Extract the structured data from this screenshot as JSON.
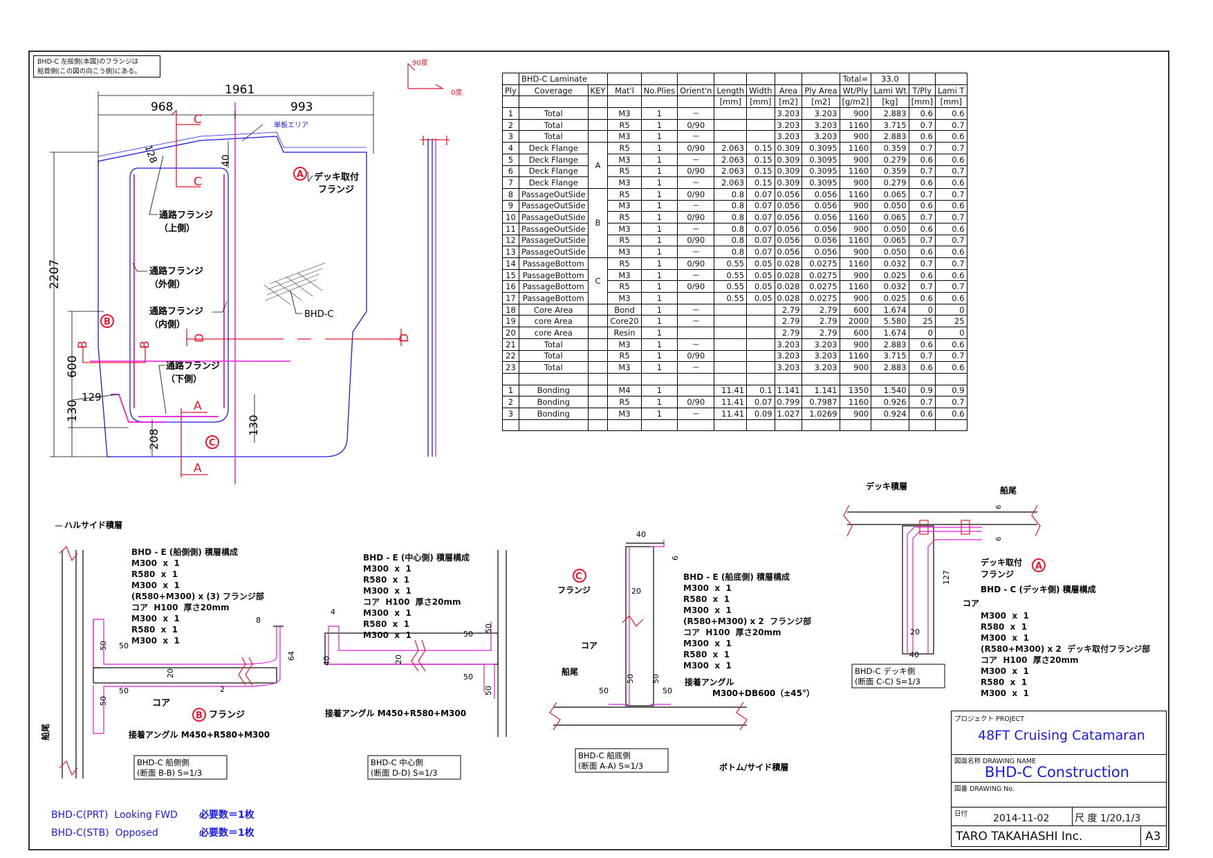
{
  "note": {
    "line1": "BHD-C 左舷側(本図)のフランジは",
    "line2": "船首側(この図の向こう側)にある。"
  },
  "angle_labels": {
    "deg90": "90度",
    "deg0": "0度"
  },
  "dims": {
    "overall_w": "1961",
    "left_w": "968",
    "right_w": "993",
    "height": "2207",
    "d128": "128",
    "d40": "40",
    "d600": "600",
    "d129": "129",
    "d130a": "130",
    "d208": "208",
    "d130b": "130"
  },
  "front_view": {
    "single_ply_area": "単板エリア",
    "deck_flange_1": "デッキ取付",
    "deck_flange_2": "フランジ",
    "passage_upper_1": "通路フランジ",
    "passage_upper_2": "（上側）",
    "passage_outer_1": "通路フランジ",
    "passage_outer_2": "（外側）",
    "passage_inner_1": "通路フランジ",
    "passage_inner_2": "（内側）",
    "passage_lower_1": "通路フランジ",
    "passage_lower_2": "（下側）",
    "bhd_label": "BHD-C",
    "marker_a": "A",
    "marker_b": "B",
    "marker_c": "C",
    "sec_a": "A",
    "sec_b": "B",
    "sec_c": "C",
    "sec_d": "D"
  },
  "table": {
    "title": "BHD-C Laminate",
    "total_label": "Total=",
    "total_value": "33.0",
    "headers": [
      "Ply",
      "Coverage",
      "KEY",
      "Mat'l",
      "No.Plies",
      "Orient'n",
      "Length",
      "Width",
      "Area",
      "Ply Area",
      "Wt/Ply",
      "Lami Wt",
      "T/Ply",
      "Lami T"
    ],
    "units": [
      "",
      "",
      "",
      "",
      "",
      "",
      "[mm]",
      "[mm]",
      "[m2]",
      "[m2]",
      "[g/m2]",
      "[kg]",
      "[mm]",
      "[mm]"
    ],
    "keys": {
      "a": "A",
      "b": "B",
      "c": "C"
    },
    "rows": [
      [
        "1",
        "Total",
        "",
        "M3",
        "1",
        "－",
        "",
        "",
        "3.203",
        "3.203",
        "900",
        "2.883",
        "0.6",
        "0.6"
      ],
      [
        "2",
        "Total",
        "",
        "R5",
        "1",
        "0/90",
        "",
        "",
        "3.203",
        "3.203",
        "1160",
        "3.715",
        "0.7",
        "0.7"
      ],
      [
        "3",
        "Total",
        "",
        "M3",
        "1",
        "－",
        "",
        "",
        "3.203",
        "3.203",
        "900",
        "2.883",
        "0.6",
        "0.6"
      ],
      [
        "4",
        "Deck Flange",
        "",
        "R5",
        "1",
        "0/90",
        "2.063",
        "0.15",
        "0.309",
        "0.3095",
        "1160",
        "0.359",
        "0.7",
        "0.7"
      ],
      [
        "5",
        "Deck Flange",
        "",
        "M3",
        "1",
        "－",
        "2.063",
        "0.15",
        "0.309",
        "0.3095",
        "900",
        "0.279",
        "0.6",
        "0.6"
      ],
      [
        "6",
        "Deck Flange",
        "",
        "R5",
        "1",
        "0/90",
        "2.063",
        "0.15",
        "0.309",
        "0.3095",
        "1160",
        "0.359",
        "0.7",
        "0.7"
      ],
      [
        "7",
        "Deck Flange",
        "",
        "M3",
        "1",
        "－",
        "2.063",
        "0.15",
        "0.309",
        "0.3095",
        "900",
        "0.279",
        "0.6",
        "0.6"
      ],
      [
        "8",
        "PassageOutSide",
        "",
        "R5",
        "1",
        "0/90",
        "0.8",
        "0.07",
        "0.056",
        "0.056",
        "1160",
        "0.065",
        "0.7",
        "0.7"
      ],
      [
        "9",
        "PassageOutSide",
        "",
        "M3",
        "1",
        "－",
        "0.8",
        "0.07",
        "0.056",
        "0.056",
        "900",
        "0.050",
        "0.6",
        "0.6"
      ],
      [
        "10",
        "PassageOutSide",
        "",
        "R5",
        "1",
        "0/90",
        "0.8",
        "0.07",
        "0.056",
        "0.056",
        "1160",
        "0.065",
        "0.7",
        "0.7"
      ],
      [
        "11",
        "PassageOutSide",
        "",
        "M3",
        "1",
        "－",
        "0.8",
        "0.07",
        "0.056",
        "0.056",
        "900",
        "0.050",
        "0.6",
        "0.6"
      ],
      [
        "12",
        "PassageOutSide",
        "",
        "R5",
        "1",
        "0/90",
        "0.8",
        "0.07",
        "0.056",
        "0.056",
        "1160",
        "0.065",
        "0.7",
        "0.7"
      ],
      [
        "13",
        "PassageOutSide",
        "",
        "M3",
        "1",
        "－",
        "0.8",
        "0.07",
        "0.056",
        "0.056",
        "900",
        "0.050",
        "0.6",
        "0.6"
      ],
      [
        "14",
        "PassageBottom",
        "",
        "R5",
        "1",
        "0/90",
        "0.55",
        "0.05",
        "0.028",
        "0.0275",
        "1160",
        "0.032",
        "0.7",
        "0.7"
      ],
      [
        "15",
        "PassageBottom",
        "",
        "M3",
        "1",
        "－",
        "0.55",
        "0.05",
        "0.028",
        "0.0275",
        "900",
        "0.025",
        "0.6",
        "0.6"
      ],
      [
        "16",
        "PassageBottom",
        "",
        "R5",
        "1",
        "0/90",
        "0.55",
        "0.05",
        "0.028",
        "0.0275",
        "1160",
        "0.032",
        "0.7",
        "0.7"
      ],
      [
        "17",
        "PassageBottom",
        "",
        "M3",
        "1",
        "",
        "0.55",
        "0.05",
        "0.028",
        "0.0275",
        "900",
        "0.025",
        "0.6",
        "0.6"
      ],
      [
        "18",
        "Core Area",
        "",
        "Bond",
        "1",
        "－",
        "",
        "",
        "2.79",
        "2.79",
        "600",
        "1.674",
        "0",
        "0"
      ],
      [
        "19",
        "core Area",
        "",
        "Core20",
        "1",
        "－",
        "",
        "",
        "2.79",
        "2.79",
        "2000",
        "5.580",
        "25",
        "25"
      ],
      [
        "20",
        "core Area",
        "",
        "Resin",
        "1",
        "",
        "",
        "",
        "2.79",
        "2.79",
        "600",
        "1.674",
        "0",
        "0"
      ],
      [
        "21",
        "Total",
        "",
        "M3",
        "1",
        "－",
        "",
        "",
        "3.203",
        "3.203",
        "900",
        "2.883",
        "0.6",
        "0.6"
      ],
      [
        "22",
        "Total",
        "",
        "R5",
        "1",
        "0/90",
        "",
        "",
        "3.203",
        "3.203",
        "1160",
        "3.715",
        "0.7",
        "0.7"
      ],
      [
        "23",
        "Total",
        "",
        "M3",
        "1",
        "－",
        "",
        "",
        "3.203",
        "3.203",
        "900",
        "2.883",
        "0.6",
        "0.6"
      ],
      [
        "",
        "",
        "",
        "",
        "",
        "",
        "",
        "",
        "",
        "",
        "",
        "",
        "",
        ""
      ],
      [
        "1",
        "Bonding",
        "",
        "M4",
        "1",
        "",
        "11.41",
        "0.1",
        "1.141",
        "1.141",
        "1350",
        "1.540",
        "0.9",
        "0.9"
      ],
      [
        "2",
        "Bonding",
        "",
        "R5",
        "1",
        "0/90",
        "11.41",
        "0.07",
        "0.799",
        "0.7987",
        "1160",
        "0.926",
        "0.7",
        "0.7"
      ],
      [
        "3",
        "Bonding",
        "",
        "M3",
        "1",
        "－",
        "11.41",
        "0.09",
        "1.027",
        "1.0269",
        "900",
        "0.924",
        "0.6",
        "0.6"
      ],
      [
        "",
        "",
        "",
        "",
        "",
        "",
        "",
        "",
        "",
        "",
        "",
        "",
        "",
        ""
      ]
    ]
  },
  "sec_bb": {
    "hull_side": "ハルサイド積層",
    "stack": "BHD - E (船側側) 積層構成\nM300  x  1\nR580  x  1\nM300  x  1\n(R580+M300) x (3) フランジ部\nコア  H100  厚さ20mm\nM300  x  1\nR580  x  1\nM300  x  1",
    "core": "コア",
    "marker": "B",
    "flange": "フランジ",
    "angle": "接着アングル  M450+R580+M300",
    "stern": "船尾",
    "d50a": "50",
    "d50b": "50",
    "d50c": "50",
    "d50d": "50",
    "d20": "20",
    "d2": "2",
    "d8": "8",
    "d64": "64",
    "title1": "BHD-C 船側側",
    "title2": "(断面  B-B)    S=1/3"
  },
  "sec_dd": {
    "stack": "BHD - E (中心側) 積層構成\nM300  x  1\nR580  x  1\nM300  x  1\nコア  H100  厚さ20mm\nM300  x  1\nR580  x  1\nM300  x  1",
    "angle": "接着アングル  M450+R580+M300",
    "d4": "4",
    "d40": "40",
    "d20": "20",
    "d50a": "50",
    "d50b": "50",
    "d50c": "50",
    "d50d": "50",
    "title1": "BHD-C 中心側",
    "title2": "(断面  D-D)    S=1/3"
  },
  "sec_aa": {
    "marker": "C",
    "flange": "フランジ",
    "stack": "BHD - E (船底側) 積層構成\nM300  x  1\nR580  x  1\nM300  x  1\n(R580+M300) x 2  フランジ部\nコア  H100  厚さ20mm\nM300  x  1\nR580  x  1\nM300  x  1",
    "core": "コア",
    "stern": "船尾",
    "angle1": "接着アングル",
    "angle2": "M300+DB600（±45°）",
    "bottom": "ボトム/サイド積層",
    "d40": "40",
    "d6": "6",
    "d20": "20",
    "d50a": "50",
    "d50b": "50",
    "d50c": "50",
    "d50d": "50",
    "title1": "BHD-C 船底側",
    "title2": "(断面  A-A)    S=1/3"
  },
  "sec_cc": {
    "deck_lam": "デッキ積層",
    "stern": "船尾",
    "flange1": "デッキ取付",
    "flange2": "フランジ",
    "marker": "A",
    "stack_title": "BHD - C (デッキ側) 積層構成",
    "stack": "M300  x  1\nR580  x  1\nM300  x  1\n(R580+M300) x 2  デッキ取付フランジ部\nコア  H100  厚さ20mm\nM300  x  1\nR580  x  1\nM300  x  1",
    "core": "コア",
    "d127": "127",
    "d20": "20",
    "d40": "40",
    "d6a": "6",
    "d6b": "6",
    "title1": "BHD-C デッキ側",
    "title2": "(断面  C-C)    S=1/3"
  },
  "quantities": {
    "prt_label": "BHD-C(PRT)  Looking FWD",
    "prt_qty": "必要数＝1枚",
    "stb_label": "BHD-C(STB)  Opposed",
    "stb_qty": "必要数＝1枚"
  },
  "title_block": {
    "project_label": "プロジェクト  PROJECT",
    "project": "48FT Cruising Catamaran",
    "drawing_name_label": "図面名称  DRAWING  NAME",
    "drawing_name": "BHD-C  Construction",
    "drawing_no_label": "図番  DRAWING No.",
    "date_label": "日付",
    "date": "2014-11-02",
    "scale": "尺  度 1/20,1/3",
    "company": "TARO TAKAHASHI Inc.",
    "size": "A3"
  }
}
